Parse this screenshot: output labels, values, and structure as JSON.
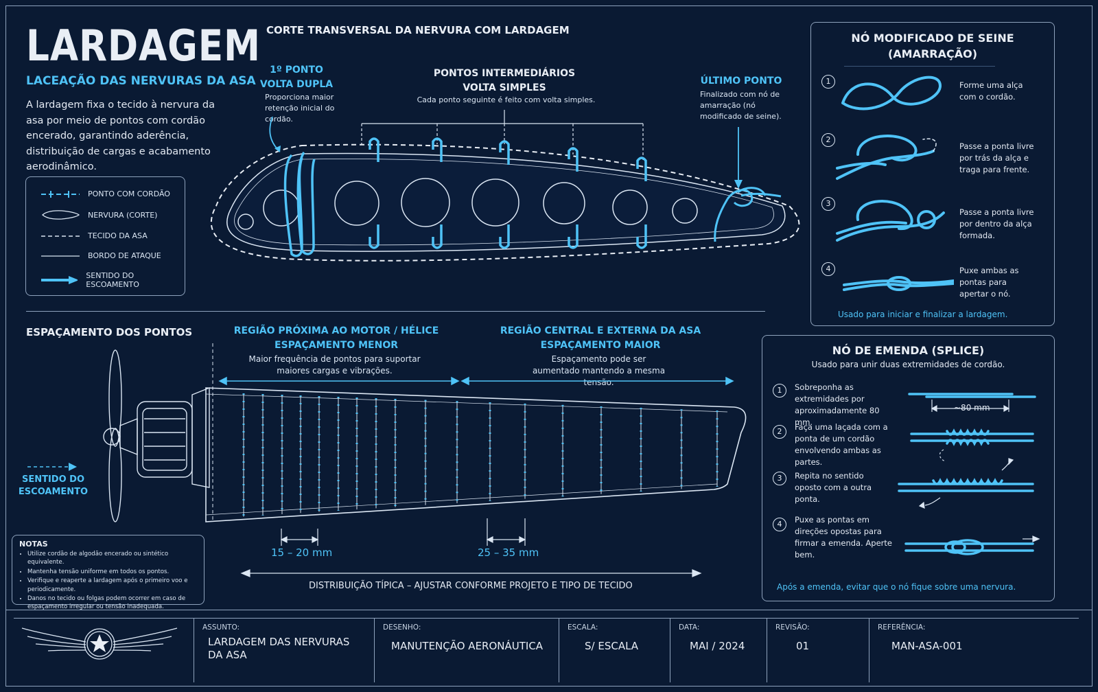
{
  "header": {
    "title": "LARDAGEM",
    "subtitle": "LACEAÇÃO DAS NERVURAS DA ASA",
    "intro": "A lardagem fixa o tecido à nervura da asa por meio de pontos com cordão encerado, garantindo aderência, distribuição de cargas e acabamento aerodinâmico."
  },
  "legend": [
    {
      "label": "PONTO COM CORDÃO"
    },
    {
      "label": "NERVURA (CORTE)"
    },
    {
      "label": "TECIDO DA ASA"
    },
    {
      "label": "BORDO DE ATAQUE"
    },
    {
      "label": "SENTIDO DO ESCOAMENTO"
    }
  ],
  "cross_section": {
    "title": "CORTE TRANSVERSAL DA NERVURA COM LARDAGEM",
    "first_point_title_1": "1º PONTO",
    "first_point_title_2": "VOLTA DUPLA",
    "first_point_desc": "Proporciona maior retenção inicial do cordão.",
    "mid_title_1": "PONTOS INTERMEDIÁRIOS",
    "mid_title_2": "VOLTA SIMPLES",
    "mid_desc": "Cada ponto seguinte é feito com volta simples.",
    "last_title": "ÚLTIMO PONTO",
    "last_desc": "Finalizado com nó de amarração (nó modificado de seine)."
  },
  "seine_knot": {
    "title_1": "NÓ MODIFICADO DE SEINE",
    "title_2": "(AMARRAÇÃO)",
    "steps": [
      {
        "n": "1",
        "text": "Forme uma alça com o cordão."
      },
      {
        "n": "2",
        "text": "Passe a ponta livre por trás da alça e traga para frente."
      },
      {
        "n": "3",
        "text": "Passe a ponta livre por dentro da alça formada."
      },
      {
        "n": "4",
        "text": "Puxe ambas as pontas para apertar o nó."
      }
    ],
    "footer": "Usado para iniciar e finalizar a lardagem."
  },
  "spacing": {
    "title": "ESPAÇAMENTO DOS PONTOS",
    "left_title_1": "REGIÃO PRÓXIMA AO MOTOR / HÉLICE",
    "left_title_2": "ESPAÇAMENTO MENOR",
    "left_desc": "Maior frequência de pontos para suportar maiores cargas e vibrações.",
    "right_title_1": "REGIÃO CENTRAL E EXTERNA DA ASA",
    "right_title_2": "ESPAÇAMENTO MAIOR",
    "right_desc": "Espaçamento pode ser aumentado mantendo a mesma tensão.",
    "dim_small": "15 – 20 mm",
    "dim_large": "25 – 35 mm",
    "distribution": "DISTRIBUIÇÃO TÍPICA – AJUSTAR CONFORME PROJETO E TIPO DE TECIDO",
    "flow_1": "SENTIDO DO",
    "flow_2": "ESCOAMENTO"
  },
  "notes": {
    "title": "NOTAS",
    "items": [
      "Utilize cordão de algodão encerado ou sintético equivalente.",
      "Mantenha tensão uniforme em todos os pontos.",
      "Verifique e reaperte a lardagem após o primeiro voo e periodicamente.",
      "Danos no tecido ou folgas podem ocorrer em caso de espaçamento irregular ou tensão inadequada."
    ]
  },
  "splice": {
    "title": "NÓ DE EMENDA (SPLICE)",
    "subtitle": "Usado para unir duas extremidades de cordão.",
    "steps": [
      {
        "n": "1",
        "text": "Sobreponha as extremidades por aproximadamente 80 mm."
      },
      {
        "n": "2",
        "text": "Faça uma laçada com a ponta de um cordão envolvendo ambas as partes."
      },
      {
        "n": "3",
        "text": "Repita no sentido oposto com a outra ponta."
      },
      {
        "n": "4",
        "text": "Puxe as pontas em direções opostas para firmar a emenda. Aperte bem."
      }
    ],
    "dim": "~80 mm",
    "footer": "Após a emenda, evitar que o nó fique sobre uma nervura."
  },
  "title_block": {
    "subject_key": "ASSUNTO:",
    "subject": "LARDAGEM DAS NERVURAS DA ASA",
    "drawing_key": "DESENHO:",
    "drawing": "MANUTENÇÃO AERONÁUTICA",
    "scale_key": "ESCALA:",
    "scale": "S/ ESCALA",
    "date_key": "DATA:",
    "date": "MAI / 2024",
    "rev_key": "REVISÃO:",
    "rev": "01",
    "ref_key": "REFERÊNCIA:",
    "ref": "MAN-ASA-001"
  },
  "colors": {
    "background": "#0a1a33",
    "accent": "#4fc3f7",
    "line": "#dbe6f3"
  }
}
